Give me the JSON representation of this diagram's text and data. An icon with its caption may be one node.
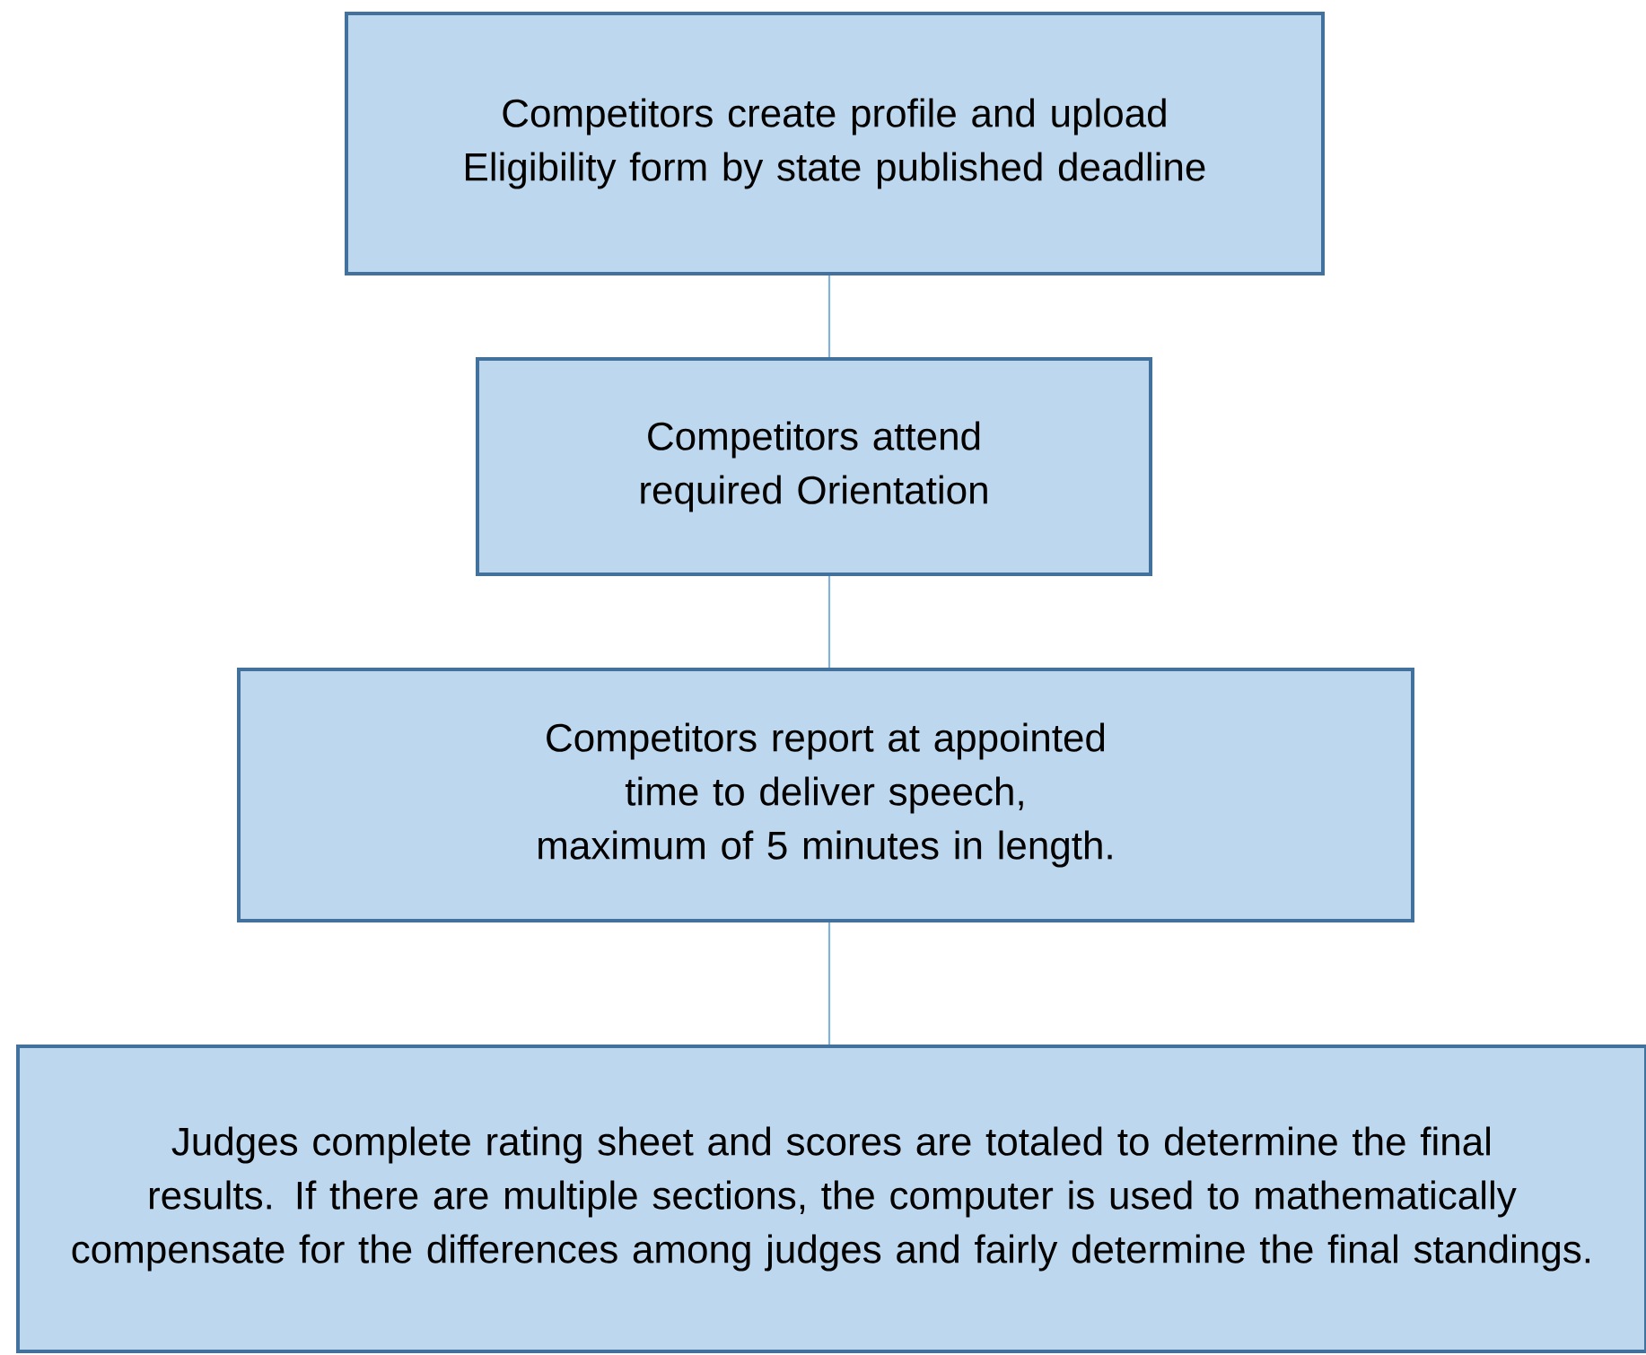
{
  "diagram": {
    "nodes": [
      {
        "text": [
          "Competitors create profile and upload Eligibility form by state published deadline"
        ]
      },
      {
        "text": [
          "Competitors attend required Orientation"
        ]
      },
      {
        "text": [
          "Competitors report at appointed time to deliver speech, maximum of 5 minutes in length."
        ]
      },
      {
        "text": [
          "Judges complete rating sheet and scores are totaled to determine the final results. If there are multiple sections, the computer is used to mathematically compensate for the differences among judges and fairly determine the final standings."
        ]
      }
    ],
    "edges": [
      {
        "from": 0,
        "to": 1,
        "arrow": "none"
      },
      {
        "from": 1,
        "to": 2,
        "arrow": "none"
      },
      {
        "from": 2,
        "to": 3,
        "arrow": "none"
      }
    ]
  }
}
